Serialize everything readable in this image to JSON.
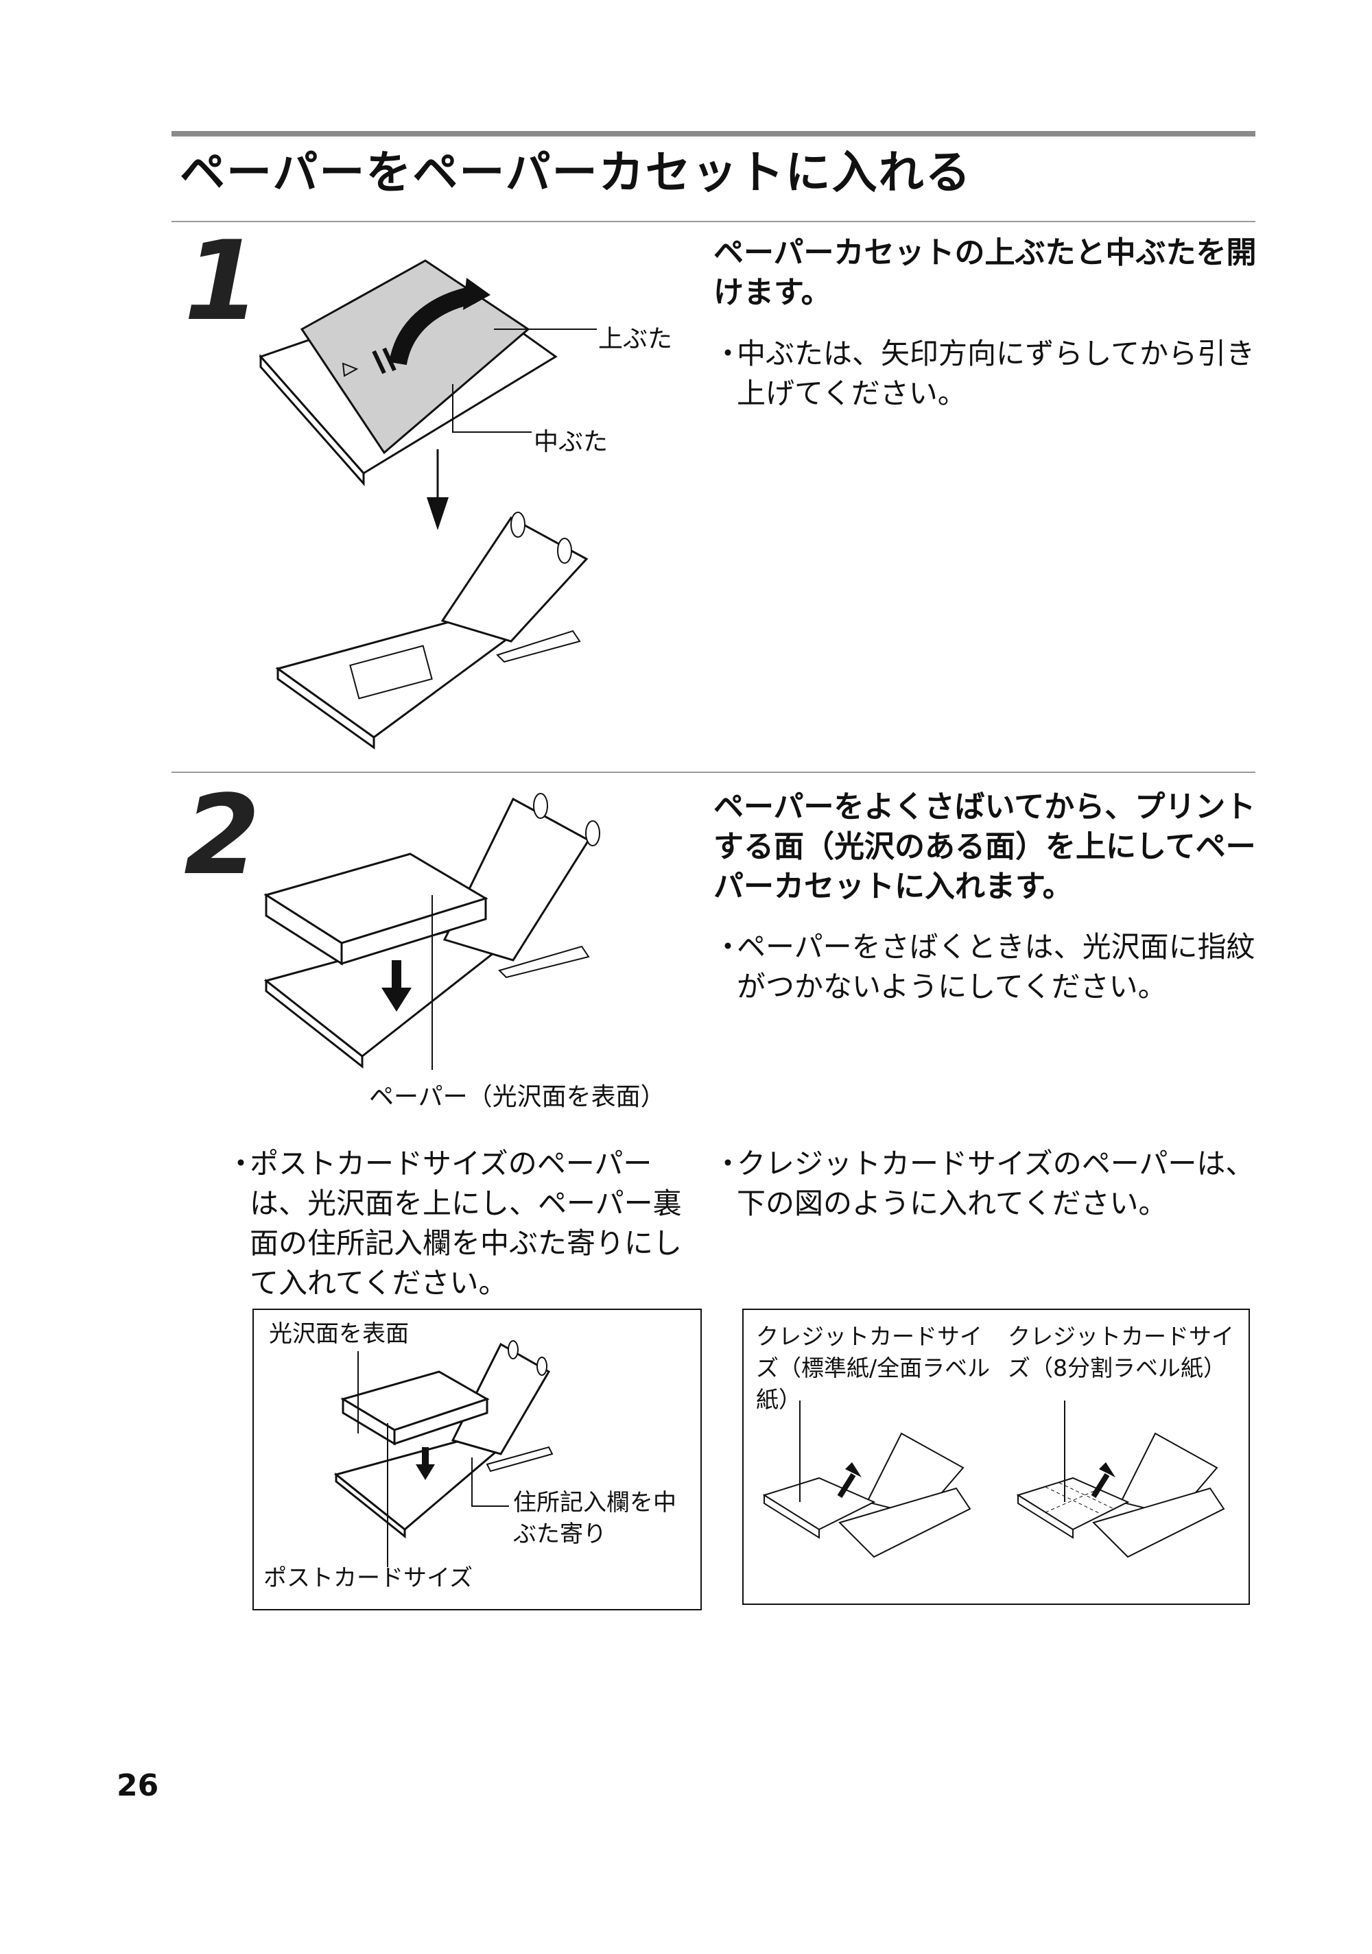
{
  "page": {
    "title": "ペーパーをペーパーカセットに入れる",
    "page_number": "26"
  },
  "step1": {
    "number": "1",
    "heading": "ペーパーカセットの上ぶたと中ぶたを開けます。",
    "bullet": "中ぶたは、矢印方向にずらしてから引き上げてください。",
    "label_top_lid": "上ぶた",
    "label_inner_lid": "中ぶた"
  },
  "step2": {
    "number": "2",
    "heading": "ペーパーをよくさばいてから、プリントする面（光沢のある面）を上にしてペーパーカセットに入れます。",
    "bullet": "ペーパーをさばくときは、光沢面に指紋がつかないようにしてください。",
    "label_paper": "ペーパー（光沢面を表面）"
  },
  "notes": {
    "postcard": "ポストカードサイズのペーパーは、光沢面を上にし、ペーパー裏面の住所記入欄を中ぶた寄りにして入れてください。",
    "credit": "クレジットカードサイズのペーパーは、下の図のように入れてください。"
  },
  "box_postcard": {
    "label_glossy": "光沢面を表面",
    "label_address": "住所記入欄を中ぶた寄り",
    "label_size": "ポストカードサイズ"
  },
  "box_credit": {
    "label_standard": "クレジットカードサイズ（標準紙/全面ラベル紙）",
    "label_8split": "クレジットカードサイズ（8分割ラベル紙）"
  }
}
